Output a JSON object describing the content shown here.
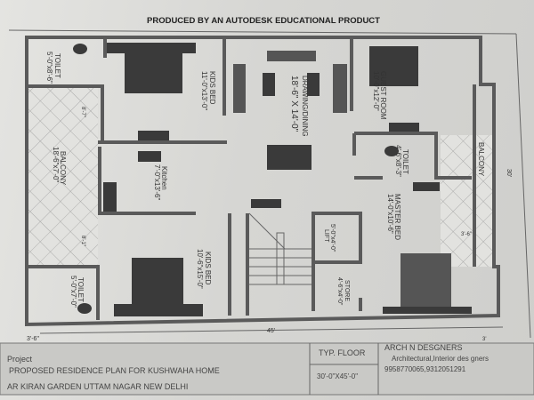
{
  "header": "PRODUCED BY AN AUTODESK EDUCATIONAL PRODUCT",
  "rooms": {
    "toilet_top_left": {
      "name": "TOILET",
      "size": "5'-0\"x8'-6\""
    },
    "balcony_left": {
      "name": "BALCONY",
      "size": "18'-6\"x7'-0\""
    },
    "kids_bed_top": {
      "name": "KIDS BED",
      "size": "11'-0\"x13'-0\""
    },
    "drawing_dining": {
      "name": "DRAWING/DINING",
      "size": "18'-6\" X 14'-0\""
    },
    "guest_room": {
      "name": "GUEST ROOM",
      "size": "10'-0\"x12'-0\""
    },
    "balcony_right": {
      "name": "BALCONY"
    },
    "toilet_right": {
      "name": "TOILET",
      "size": "4'-6\"x8'-3\""
    },
    "kitchen": {
      "name": "Kitchen",
      "size": "7'-0\"x13'-6\""
    },
    "master_bed": {
      "name": "MASTER BED",
      "size": "14'-0\"x10'-6\""
    },
    "kids_bed_bottom": {
      "name": "KIDS BED",
      "size": "10'-6\"x15'-0\""
    },
    "toilet_bottom_left": {
      "name": "TOILET",
      "size": "5'-0\"x7'-0\""
    },
    "lift": {
      "name": "LIFT",
      "size": "5'-0\"x4'-0\""
    },
    "store": {
      "name": "STORE",
      "size": "4'-6\"x4'-0\""
    }
  },
  "dimensions": {
    "width": "45'",
    "right_side": "30'",
    "offset_left": "3'-6\"",
    "offset_small": "8'-7\"",
    "offset_left2": "8'-1\"",
    "offset_right": "3'-6\"",
    "offset_right2": "3'"
  },
  "title_block": {
    "project_label": "Project",
    "project_name": "PROPOSED RESIDENCE PLAN FOR KUSHWAHA HOME",
    "address": "AR KIRAN GARDEN UTTAM NAGAR NEW DELHI",
    "floor": "TYP. FLOOR",
    "plot_size": "30'-0\"X45'-0\"",
    "firm": "ARCH N DESGNERS",
    "firm_tagline": "Architectural,Interior des gners",
    "phones": "9958770065,9312051291"
  }
}
